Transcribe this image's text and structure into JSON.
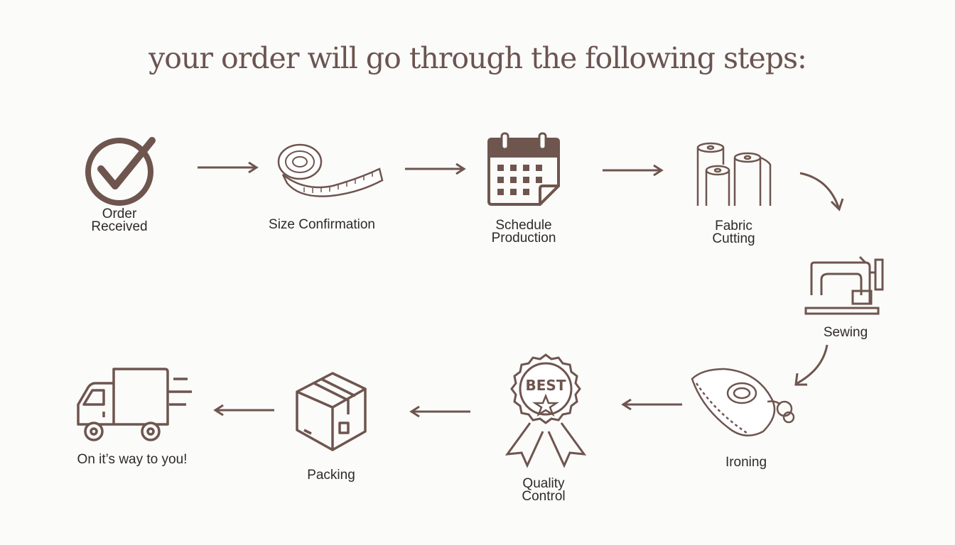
{
  "title": "your order will go through the following steps:",
  "accent_color": "#6e554e",
  "steps": [
    {
      "label": "Order\nReceived",
      "icon": "check-circle-icon"
    },
    {
      "label": "Size Confirmation",
      "icon": "measuring-tape-icon"
    },
    {
      "label": "Schedule\nProduction",
      "icon": "calendar-icon"
    },
    {
      "label": "Fabric\nCutting",
      "icon": "fabric-rolls-icon"
    },
    {
      "label": "Sewing",
      "icon": "sewing-machine-icon"
    },
    {
      "label": "Ironing",
      "icon": "iron-icon"
    },
    {
      "label": "Quality\nControl",
      "icon": "best-ribbon-badge-icon"
    },
    {
      "label": "Packing",
      "icon": "box-icon"
    },
    {
      "label": "On it’s way to you!",
      "icon": "delivery-truck-icon"
    }
  ]
}
